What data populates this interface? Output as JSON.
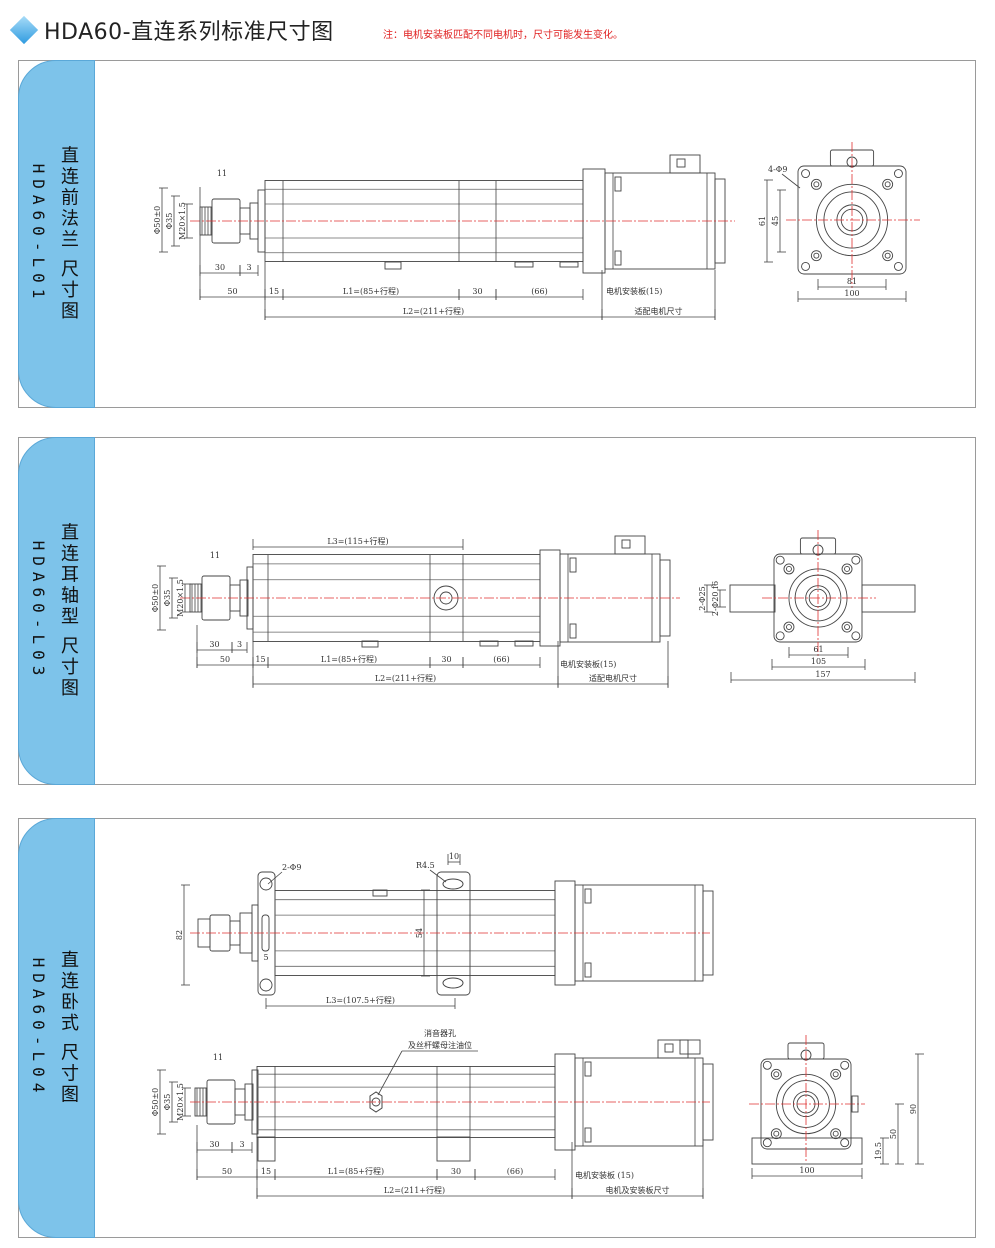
{
  "header": {
    "title": "HDA60-直连系列标准尺寸图",
    "note": "注：电机安装板匹配不同电机时，尺寸可能发生变化。"
  },
  "colors": {
    "accent": "#7dc3ea",
    "centerline": "#e03030",
    "note": "#e02020"
  },
  "panels": [
    {
      "name_cn": "直连前法兰 尺寸图",
      "model": "HDA60-L01",
      "dims": {
        "d11": "11",
        "phi50": "Φ50±0",
        "phi35": "Φ35",
        "m20": "M20×1.5",
        "d30": "30",
        "d3": "3",
        "d50": "50",
        "d15": "15",
        "l1": "L1=(85+行程)",
        "d30b": "30",
        "d66": "(66)",
        "plate": "电机安装板(15)",
        "l2": "L2=(211+行程)",
        "motor": "适配电机尺寸",
        "holes": "4-Φ9",
        "e61": "61",
        "e45": "45",
        "e81": "81",
        "e100": "100"
      }
    },
    {
      "name_cn": "直连耳轴型 尺寸图",
      "model": "HDA60-L03",
      "dims": {
        "d11": "11",
        "phi50": "Φ50±0",
        "phi35": "Φ35",
        "m20": "M20×1.5",
        "l3": "L3=(115+行程)",
        "d30": "30",
        "d3": "3",
        "d50": "50",
        "d15": "15",
        "l1": "L1=(85+行程)",
        "d30b": "30",
        "d66": "(66)",
        "plate": "电机安装板(15)",
        "l2": "L2=(211+行程)",
        "motor": "适配电机尺寸",
        "p25": "2-Φ25",
        "p20": "2-Φ20 f6",
        "e61": "61",
        "e105": "105",
        "e157": "157"
      }
    },
    {
      "name_cn": "直连卧式 尺寸图",
      "model": "HDA60-L04",
      "dims": {
        "holes": "2-Φ9",
        "r45": "R4.5",
        "d10": "10",
        "d82": "82",
        "d54": "54",
        "d5": "5",
        "l3": "L3=(107.5+行程)",
        "silencer1": "消音器孔",
        "silencer2": "及丝杆螺母注油位",
        "d11": "11",
        "phi50": "Φ50±0",
        "phi35": "Φ35",
        "m20": "M20×1.5",
        "d30": "30",
        "d3": "3",
        "d50": "50",
        "d15": "15",
        "l1": "L1=(85+行程)",
        "d30b": "30",
        "d66": "(66)",
        "plate": "电机安装板 (15)",
        "l2": "L2=(211+行程)",
        "motor": "电机及安装板尺寸",
        "e100": "100",
        "e195": "19.5",
        "e50": "50",
        "e90": "90"
      }
    }
  ]
}
